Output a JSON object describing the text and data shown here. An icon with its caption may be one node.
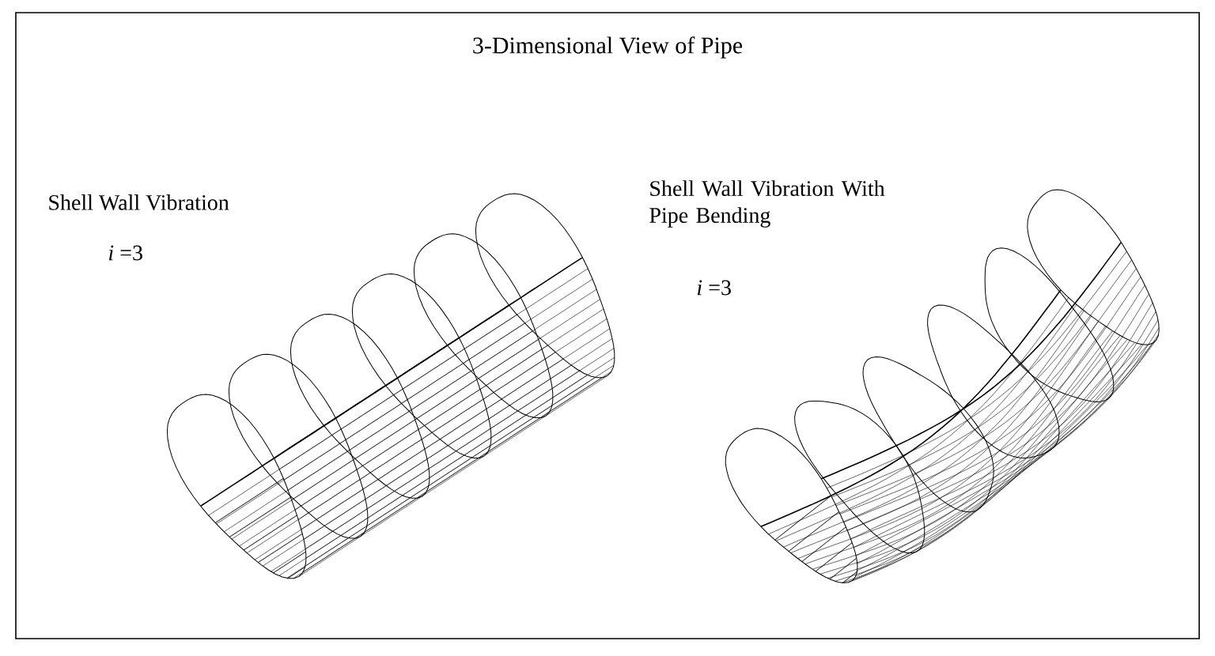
{
  "diagram": {
    "title": "3-Dimensional View of Pipe",
    "labels": [
      "Shell Wall Vibration",
      "*i* =3",
      "Shell Wall Vibration With Pipe Bending",
      "*i* =3"
    ]
  }
}
